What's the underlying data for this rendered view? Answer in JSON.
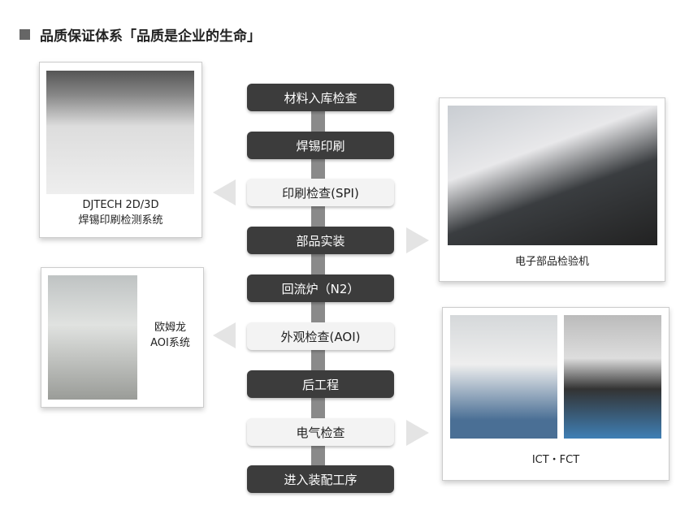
{
  "title": "品质保证体系「品质是企业的生命」",
  "steps": [
    "材料入库检查",
    "焊锡印刷",
    "印刷检查(SPI)",
    "部品实装",
    "回流炉（N2）",
    "外观检查(AOI)",
    "后工程",
    "电气检查",
    "进入装配工序"
  ],
  "cards": {
    "spi": {
      "line1": "DJTECH 2D/3D",
      "line2": "焊锡印刷检测系统"
    },
    "aoi": {
      "line1": "欧姆龙",
      "line2": "AOI系统"
    },
    "parts": {
      "caption": "电子部品检验机"
    },
    "ict": {
      "caption": "ICT・FCT"
    }
  }
}
